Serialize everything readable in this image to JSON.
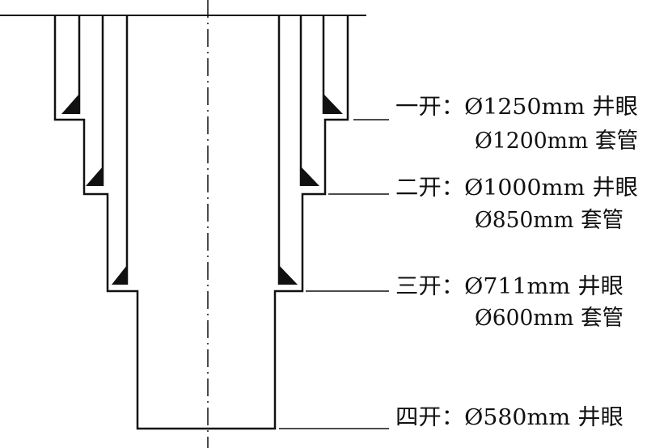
{
  "colors": {
    "line": "#111111",
    "background": "#ffffff"
  },
  "stages": [
    {
      "line1": "一开：Ø1250mm 井眼",
      "line2": "Ø1200mm 套管"
    },
    {
      "line1": "二开：Ø1000mm 井眼",
      "line2": "Ø850mm 套管"
    },
    {
      "line1": "三开：Ø711mm 井眼",
      "line2": "Ø600mm 套管"
    },
    {
      "line1": "四开：Ø580mm 井眼",
      "line2": ""
    }
  ]
}
